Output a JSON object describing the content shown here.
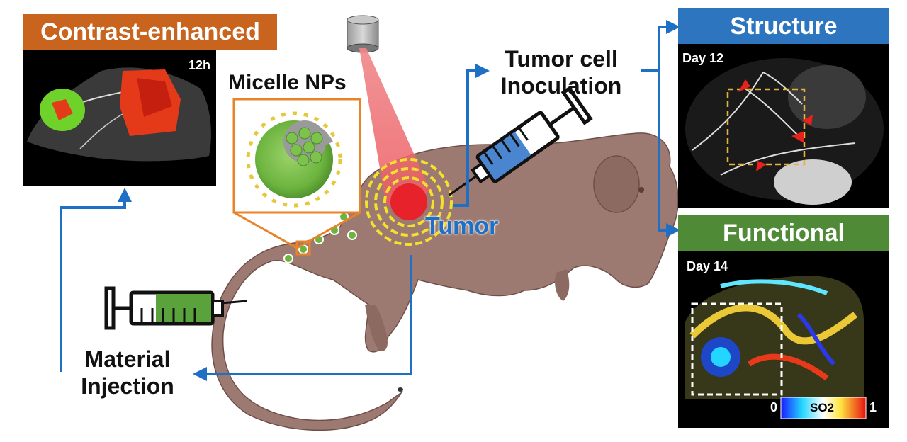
{
  "contrast": {
    "title": "Contrast-enhanced",
    "time": "12h",
    "title_bg": "#C8641E"
  },
  "micelle": {
    "title": "Micelle NPs",
    "frame_color": "#E8832A"
  },
  "tumor": {
    "label": "Tumor",
    "label_color": "#1F6FC4"
  },
  "inoculation": {
    "line1": "Tumor cell",
    "line2": "Inoculation"
  },
  "injection": {
    "line1": "Material",
    "line2": "Injection"
  },
  "structure": {
    "title": "Structure",
    "day": "Day 12",
    "title_bg": "#2E75C0"
  },
  "functional": {
    "title": "Functional",
    "day": "Day 14",
    "title_bg": "#4F8A36",
    "scale_min": "0",
    "scale_max": "1",
    "scale_label": "SO2"
  },
  "colors": {
    "arrow": "#1F6FC4",
    "mouse": "#9C7A72",
    "tumor_ring": "#F3E12B",
    "tumor_core": "#E8222A",
    "syringe_blue": "#4A86CF",
    "syringe_green": "#5AA23C"
  }
}
